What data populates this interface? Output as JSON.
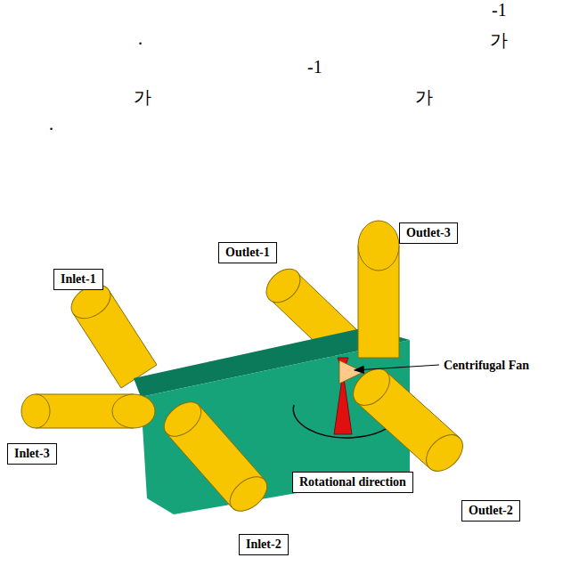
{
  "diagram": {
    "nodes": [
      {
        "text": [
          "Outlet-3"
        ]
      },
      {
        "text": [
          "Outlet-1"
        ]
      },
      {
        "text": [
          "Inlet-1"
        ]
      },
      {
        "text": [
          "Inlet-3"
        ]
      },
      {
        "text": [
          "Rotational direction"
        ]
      },
      {
        "text": [
          "Outlet-2"
        ]
      },
      {
        "text": [
          "Inlet-2"
        ]
      }
    ],
    "edges": [],
    "labels": [
      "-1",
      ".",
      "가",
      "-1",
      "가",
      "가",
      ".",
      "Centrifugal Fan"
    ]
  }
}
